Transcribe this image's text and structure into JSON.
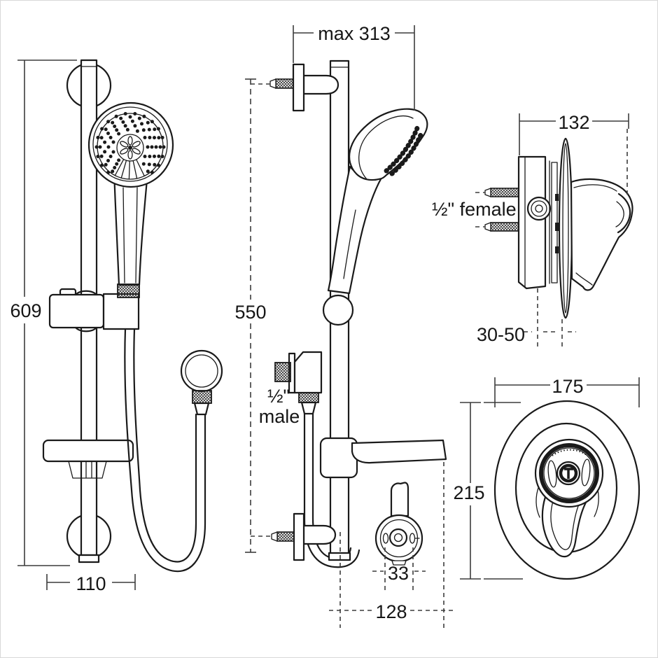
{
  "colors": {
    "background": "#ffffff",
    "line": "#1a1a1a",
    "dimension_line": "#3c3c3c",
    "border": "#d8d8d8"
  },
  "views": {
    "rail_front": {
      "dims": {
        "rail_height": "609",
        "base_width": "110"
      }
    },
    "rail_side": {
      "dims": {
        "max_projection": "max 313",
        "fixing_centres": "550",
        "outlet_line1": "½\"",
        "outlet_line2": "male",
        "bracket_width": "33",
        "projection": "128"
      }
    },
    "valve_side": {
      "dims": {
        "depth": "132",
        "inlet": "½\" female",
        "wall_range": "30-50"
      }
    },
    "valve_front": {
      "dims": {
        "width": "175",
        "height": "215"
      }
    }
  }
}
